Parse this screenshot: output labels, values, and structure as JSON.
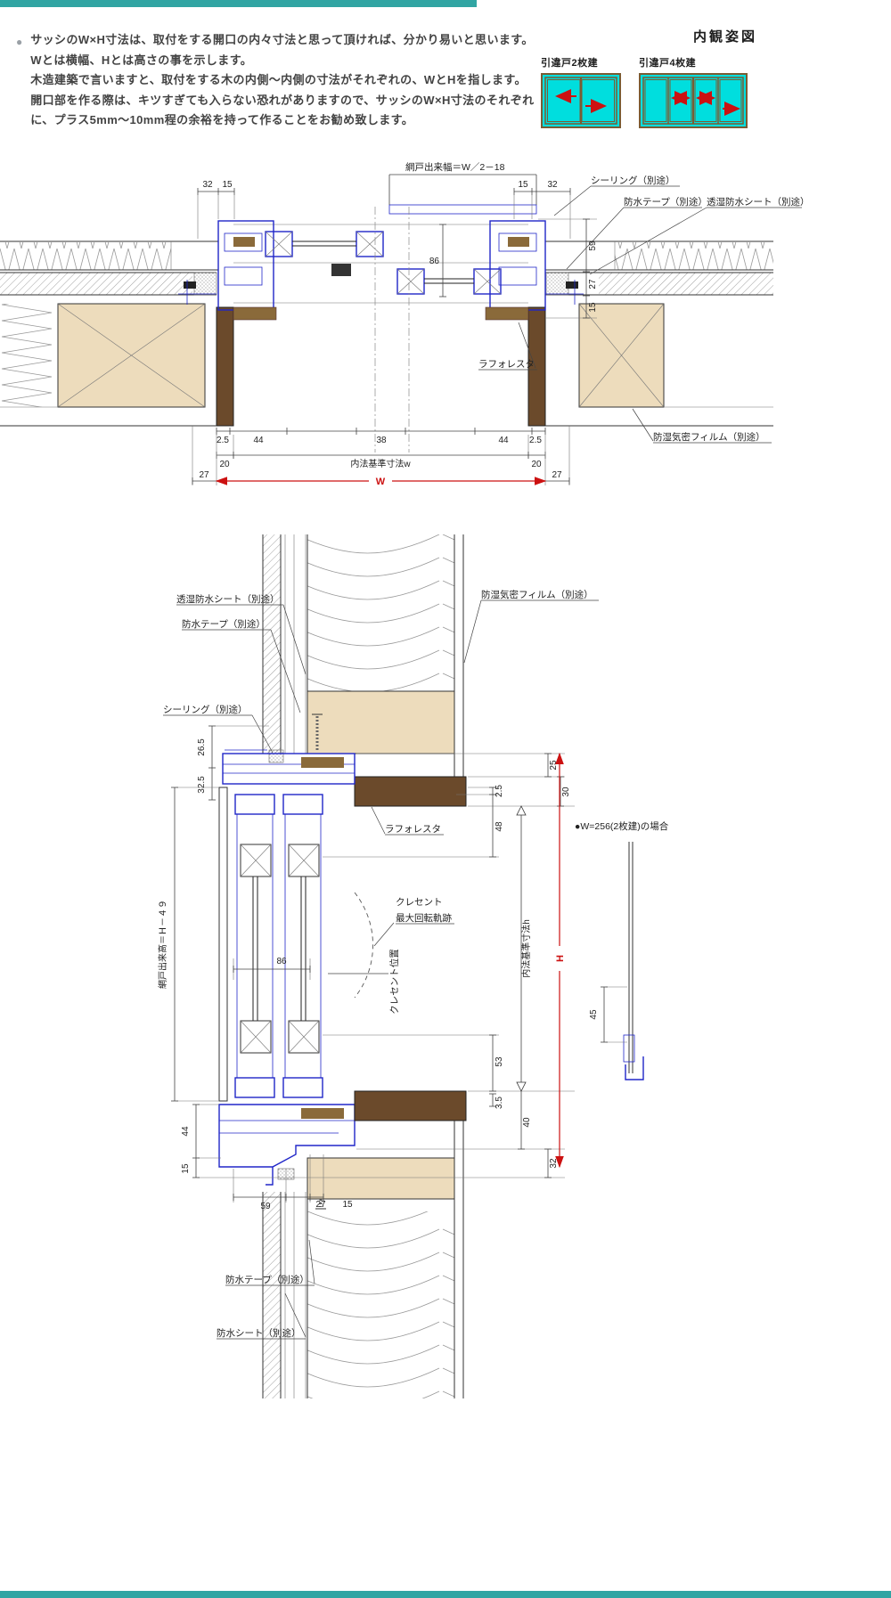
{
  "colors": {
    "accent": "#31a5a3",
    "dim_red": "#cc1111",
    "sash_blue": "#2026c8",
    "wood_dark": "#6b4a2b",
    "wood_light": "#eddcbc",
    "glass": "#00dede"
  },
  "intro": {
    "bullet": "●",
    "lines": [
      "サッシのW×H寸法は、取付をする開口の内々寸法と思って頂ければ、分かり易いと思います。",
      "Wとは横幅、Hとは高さの事を示します。",
      "木造建築で言いますと、取付をする木の内側～内側の寸法がそれぞれの、WとHを指します。",
      "開口部を作る際は、キツすぎても入らない恐れがありますので、サッシのW×H寸法のそれぞれ",
      "に、プラス5mm～10mm程の余裕を持って作ることをお勧め致します。"
    ]
  },
  "interior_view": {
    "title": "内観姿図",
    "win2_label": "引違戸2枚建",
    "win4_label": "引違戸4枚建"
  },
  "hsec": {
    "screen_width": "網戸出来幅＝W／2－18",
    "top_left": [
      "32",
      "15"
    ],
    "top_right": [
      "15",
      "32"
    ],
    "right": [
      "59",
      "27",
      "15"
    ],
    "depth": "86",
    "callout_sealing": "シーリング（別途）",
    "callout_tape": "防水テープ（別途）",
    "callout_sheet": "透湿防水シート（別途）",
    "callout_laforesta": "ラフォレスタ",
    "callout_film": "防湿気密フィルム（別途）",
    "bottom1": [
      "2.5",
      "44",
      "38",
      "44",
      "2.5"
    ],
    "bottom2": [
      "20",
      "内法基準寸法w",
      "20"
    ],
    "bottom3": [
      "27",
      "W",
      "27"
    ]
  },
  "vsec": {
    "callout_sheet_top": "透湿防水シート（別途）",
    "callout_tape_top": "防水テープ（別途）",
    "callout_sealing": "シーリング（別途）",
    "callout_film": "防湿気密フィルム（別途）",
    "callout_laforesta": "ラフォレスタ",
    "callout_crescent_line1": "クレセント",
    "callout_crescent_line2": "最大回転軌跡",
    "callout_crescent_pos": "クレセント位置",
    "callout_tape_bottom": "防水テープ（別途）",
    "callout_sheet_bottom": "防水シート（別途）",
    "screen_height": "網戸出来高＝Ｈ－４９",
    "inner_h": "内法基準寸法h",
    "note_w256": "●W=256(2枚建)の場合",
    "left": [
      "26.5",
      "32.5",
      "44",
      "15"
    ],
    "right": [
      "25",
      "30",
      "2.5",
      "48",
      "53",
      "3.5",
      "40",
      "32"
    ],
    "H": "H",
    "depth": "86",
    "bottom": [
      "59",
      "27",
      "15"
    ],
    "detail": "45"
  }
}
